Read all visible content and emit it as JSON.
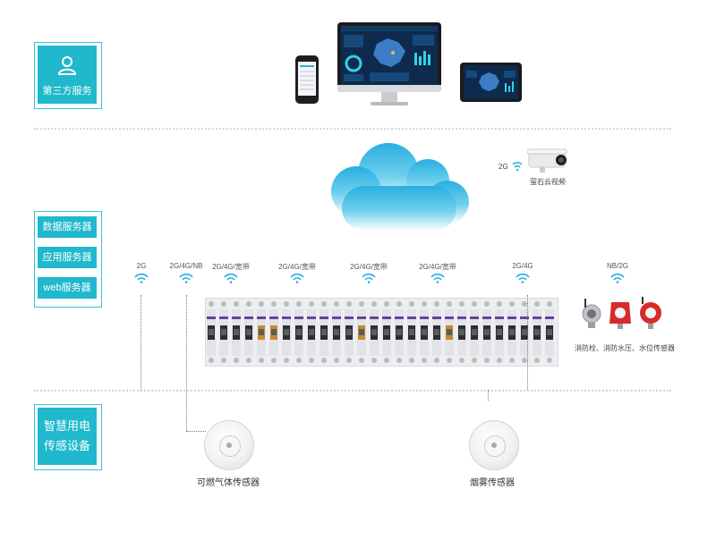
{
  "sidebar": {
    "third_party": "第三方服务",
    "servers": [
      "数据服务器",
      "应用服务器",
      "web服务器"
    ],
    "smart_power": [
      "智慧用电",
      "传感设备"
    ]
  },
  "camera": {
    "network": "2G",
    "label": "萤石云视频"
  },
  "signals": [
    "2G",
    "2G/4G/NB",
    "2G/4G/宽带",
    "2G/4G/宽带",
    "2G/4G/宽带",
    "2G/4G/宽带",
    "2G/4G",
    "NB/2G"
  ],
  "hydrant_caption": "消防栓、消防水压、水位传感器",
  "sensors": {
    "gas": "可燃气体传感器",
    "smoke": "烟雾传感器"
  },
  "colors": {
    "accent": "#20b8cc",
    "cloud": "#2fb6e6",
    "breaker_label": "#6a3fa0",
    "sensor_red": "#d82a2a"
  },
  "icons": [
    "user-icon",
    "smartphone-icon",
    "monitor-icon",
    "tablet-icon",
    "cloud-icon",
    "camera-icon",
    "wifi-icon",
    "hydrant-sensor-icon",
    "breaker-icon",
    "gas-sensor-icon",
    "smoke-sensor-icon"
  ]
}
